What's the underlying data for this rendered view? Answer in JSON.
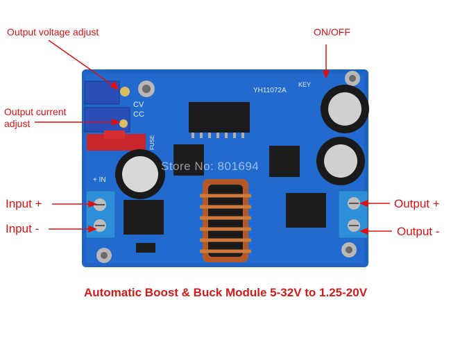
{
  "labels": {
    "output_voltage_adjust": "Output voltage adjust",
    "output_current_adjust_line1": "Output current",
    "output_current_adjust_line2": "adjust",
    "on_off": "ON/OFF",
    "input_plus": "Input +",
    "input_minus": "Input -",
    "output_plus": "Output +",
    "output_minus": "Output -"
  },
  "board_markings": {
    "model": "YH11072A",
    "key": "KEY",
    "cv": "CV",
    "cc": "CC",
    "fuse": "FUSE",
    "in": "+ IN"
  },
  "watermark": "Store No: 801694",
  "caption": "Automatic Boost & Buck Module 5-32V to 1.25-20V",
  "colors": {
    "label_red": "#e01010",
    "pcb_blue": "#1f63c4",
    "terminal_blue": "#2d8fd8"
  }
}
